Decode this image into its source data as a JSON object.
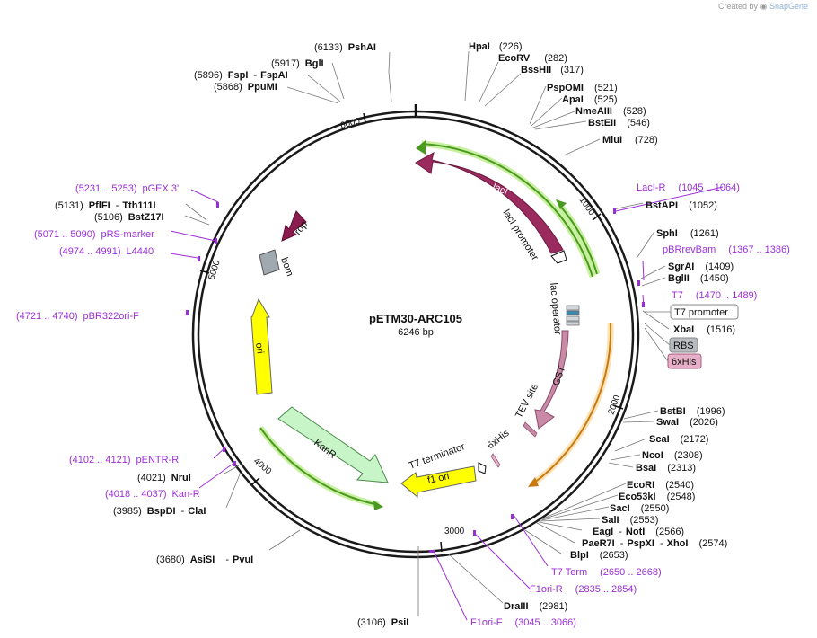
{
  "brand": {
    "prefix": "Created by",
    "name": "SnapGene"
  },
  "plasmid": {
    "name": "pETM30-ARC105",
    "size": "6246 bp"
  },
  "ticks": [
    "1000",
    "2000",
    "3000",
    "4000",
    "5000",
    "6000"
  ],
  "features": {
    "lacI": "lacI",
    "lacI_promoter": "lacI promoter",
    "lac_operator": "lac operator",
    "GST": "GST",
    "TEV_site": "TEV site",
    "sixHis": "6xHis",
    "T7_terminator": "T7 terminator",
    "f1_ori": "f1 ori",
    "KanR": "KanR",
    "ori": "ori",
    "bom": "bom",
    "rop": "rop",
    "T7_promoter_box": "T7 promoter",
    "RBS_box": "RBS",
    "sixHis_box": "6xHis"
  },
  "sites": [
    {
      "id": "pshai",
      "pos": "(6133)",
      "name": "PshAI"
    },
    {
      "id": "bgli",
      "pos": "(5917)",
      "name": "BglI"
    },
    {
      "id": "fspi",
      "pos": "(5896)",
      "name": "FspI",
      "name2": "FspAI"
    },
    {
      "id": "ppumi",
      "pos": "(5868)",
      "name": "PpuMI"
    },
    {
      "id": "hpai",
      "pos": "(226)",
      "name": "HpaI"
    },
    {
      "id": "ecorv",
      "pos": "(282)",
      "name": "EcoRV"
    },
    {
      "id": "bsshii",
      "pos": "(317)",
      "name": "BssHII"
    },
    {
      "id": "pspomi",
      "pos": "(521)",
      "name": "PspOMI"
    },
    {
      "id": "apai",
      "pos": "(525)",
      "name": "ApaI"
    },
    {
      "id": "nmeaiii",
      "pos": "(528)",
      "name": "NmeAIII"
    },
    {
      "id": "bsteii",
      "pos": "(546)",
      "name": "BstEII"
    },
    {
      "id": "mlui",
      "pos": "(728)",
      "name": "MluI"
    },
    {
      "id": "bstapi",
      "pos": "(1052)",
      "name": "BstAPI"
    },
    {
      "id": "sphi",
      "pos": "(1261)",
      "name": "SphI"
    },
    {
      "id": "sgrai",
      "pos": "(1409)",
      "name": "SgrAI"
    },
    {
      "id": "bglii",
      "pos": "(1450)",
      "name": "BglII"
    },
    {
      "id": "xbai",
      "pos": "(1516)",
      "name": "XbaI"
    },
    {
      "id": "bstbi",
      "pos": "(1996)",
      "name": "BstBI"
    },
    {
      "id": "swai",
      "pos": "(2026)",
      "name": "SwaI"
    },
    {
      "id": "scai",
      "pos": "(2172)",
      "name": "ScaI"
    },
    {
      "id": "ncoi",
      "pos": "(2308)",
      "name": "NcoI"
    },
    {
      "id": "bsai",
      "pos": "(2313)",
      "name": "BsaI"
    },
    {
      "id": "ecori",
      "pos": "(2540)",
      "name": "EcoRI"
    },
    {
      "id": "eco53ki",
      "pos": "(2548)",
      "name": "Eco53kI"
    },
    {
      "id": "saci",
      "pos": "(2550)",
      "name": "SacI"
    },
    {
      "id": "sali",
      "pos": "(2553)",
      "name": "SalI"
    },
    {
      "id": "eagi",
      "pos": "(2566)",
      "name": "EagI",
      "name2": "NotI"
    },
    {
      "id": "paer7i",
      "pos": "(2574)",
      "name": "PaeR7I",
      "name2": "PspXI",
      "name3": "XhoI"
    },
    {
      "id": "blpi",
      "pos": "(2653)",
      "name": "BlpI"
    },
    {
      "id": "draiii",
      "pos": "(2981)",
      "name": "DraIII"
    },
    {
      "id": "psii",
      "pos": "(3106)",
      "name": "PsiI"
    },
    {
      "id": "asisi",
      "pos": "(3680)",
      "name": "AsiSI",
      "name2": "PvuI"
    },
    {
      "id": "bspdi",
      "pos": "(3985)",
      "name": "BspDI",
      "name2": "ClaI"
    },
    {
      "id": "nrui",
      "pos": "(4021)",
      "name": "NruI"
    },
    {
      "id": "bstz17i",
      "pos": "(5106)",
      "name": "BstZ17I"
    },
    {
      "id": "pflfi",
      "pos": "(5131)",
      "name": "PflFI",
      "name2": "Tth111I"
    }
  ],
  "primers": [
    {
      "id": "laci-r",
      "name": "LacI-R",
      "range": "(1045 .. 1064)"
    },
    {
      "id": "pbrrevbam",
      "name": "pBRrevBam",
      "range": "(1367 .. 1386)"
    },
    {
      "id": "t7",
      "name": "T7",
      "range": "(1470 .. 1489)"
    },
    {
      "id": "t7term",
      "name": "T7 Term",
      "range": "(2650 .. 2668)"
    },
    {
      "id": "f1ori-r",
      "name": "F1ori-R",
      "range": "(2835 .. 2854)"
    },
    {
      "id": "f1ori-f",
      "name": "F1ori-F",
      "range": "(3045 .. 3066)"
    },
    {
      "id": "kan-r",
      "name": "Kan-R",
      "range": "(4018 .. 4037)"
    },
    {
      "id": "pentr-r",
      "name": "pENTR-R",
      "range": "(4102 .. 4121)"
    },
    {
      "id": "pbr322ori-f",
      "name": "pBR322ori-F",
      "range": "(4721 .. 4740)"
    },
    {
      "id": "l4440",
      "name": "L4440",
      "range": "(4974 .. 4991)"
    },
    {
      "id": "prs-marker",
      "name": "pRS-marker",
      "range": "(5071 .. 5090)"
    },
    {
      "id": "pgex3",
      "name": "pGEX 3'",
      "range": "(5231 .. 5253)"
    }
  ],
  "colors": {
    "backbone": "#1a1a1a",
    "lacI": "#9b2a5e",
    "GST": "#c98aa8",
    "KanR": "#c8f5c8",
    "ori": "#ffff00",
    "f1ori": "#ffff00",
    "bom": "#a0a8b0",
    "rop": "#8b1c50",
    "primer": "#9b2fd6",
    "green_orf": "#5aaa2a",
    "orange_orf": "#d98a1a"
  }
}
